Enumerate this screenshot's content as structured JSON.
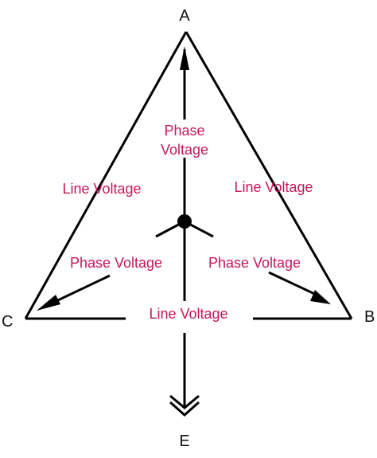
{
  "colors": {
    "stroke": "#000000",
    "label": "#c4185c"
  },
  "vertices": {
    "a": "A",
    "b": "B",
    "c": "C",
    "e": "E"
  },
  "labels": {
    "phase_top_line1": "Phase",
    "phase_top_line2": "Voltage",
    "line_left": "Line Voltage",
    "line_right": "Line Voltage",
    "phase_left": "Phase Voltage",
    "phase_right": "Phase Voltage",
    "line_bottom": "Line Voltage"
  }
}
